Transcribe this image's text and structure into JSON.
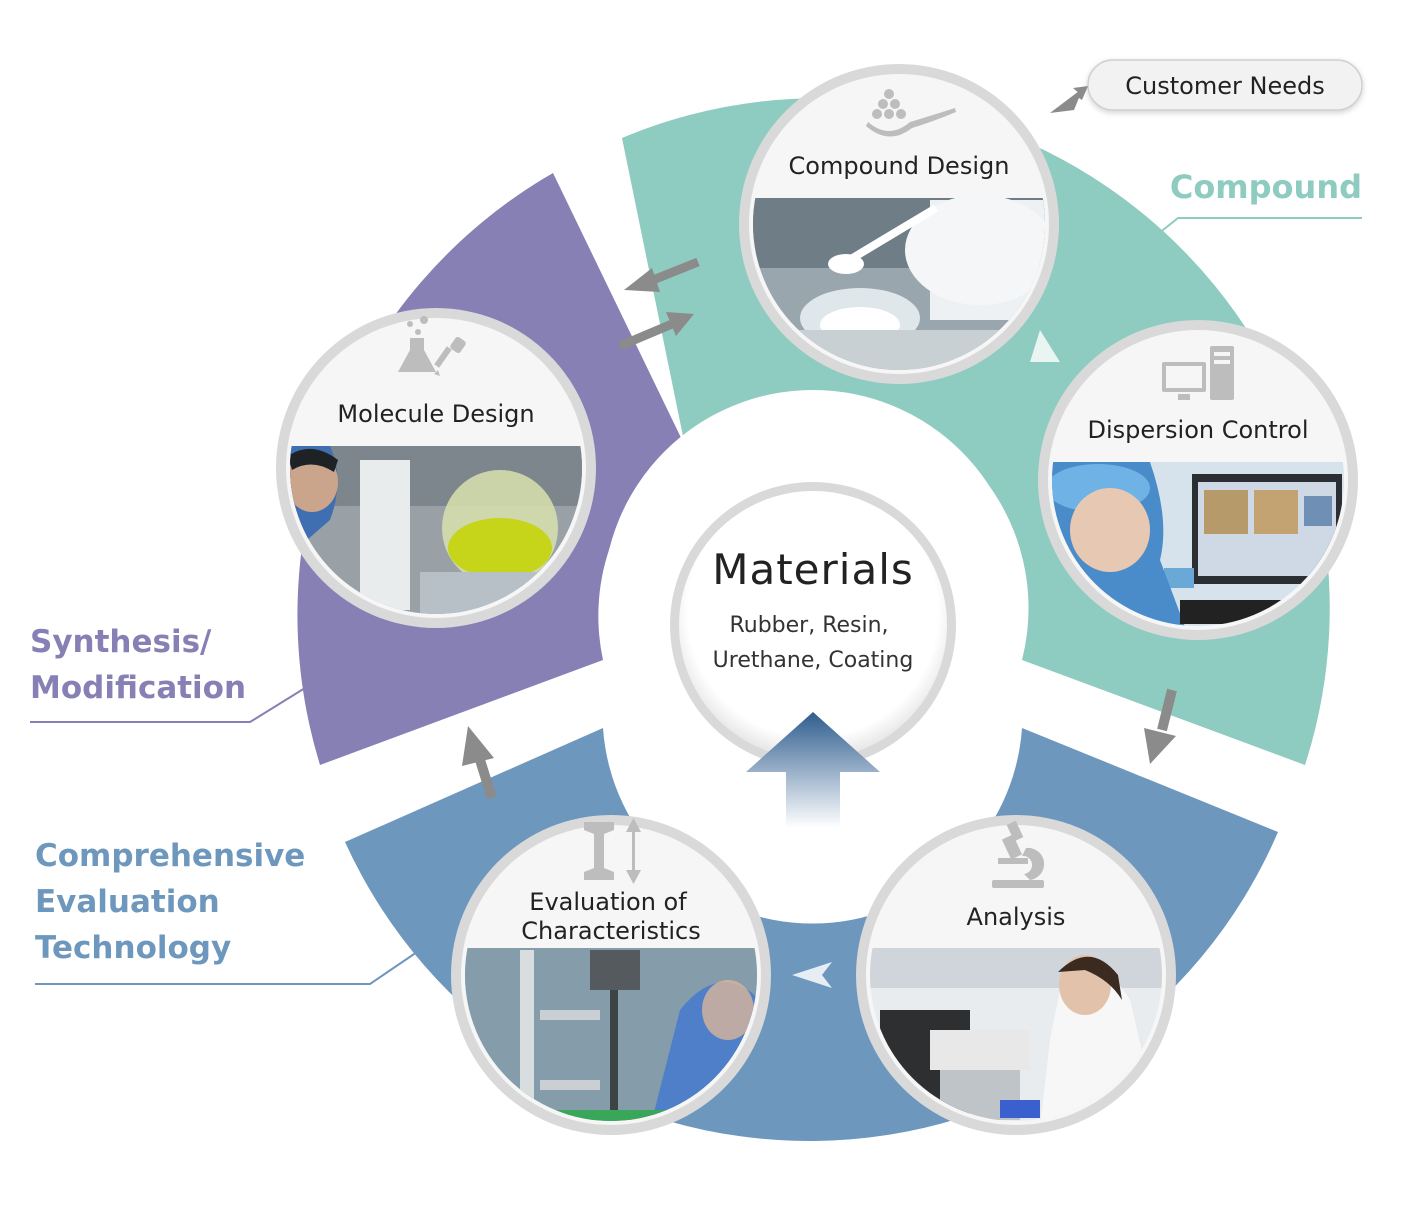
{
  "customer_needs": "Customer Needs",
  "categories": {
    "compound": "Compound",
    "synthesis_line1": "Synthesis/",
    "synthesis_line2": "Modification",
    "evaluation_line1": "Comprehensive",
    "evaluation_line2": "Evaluation",
    "evaluation_line3": "Technology"
  },
  "center": {
    "title": "Materials",
    "line1": "Rubber, Resin,",
    "line2": "Urethane, Coating"
  },
  "nodes": {
    "compound_design": "Compound Design",
    "dispersion_control": "Dispersion Control",
    "analysis": "Analysis",
    "evaluation_line1": "Evaluation of",
    "evaluation_line2": "Characteristics",
    "molecule_design": "Molecule Design"
  },
  "colors": {
    "compound": "#8ecbc0",
    "synthesis": "#8680b4",
    "evaluation": "#6e97bd",
    "arrow_gray": "#8b8b8b",
    "text": "#222222"
  },
  "icons": [
    "spoon-powder-icon",
    "computer-icon",
    "microscope-icon",
    "tensile-test-icon",
    "flask-dropper-icon"
  ]
}
